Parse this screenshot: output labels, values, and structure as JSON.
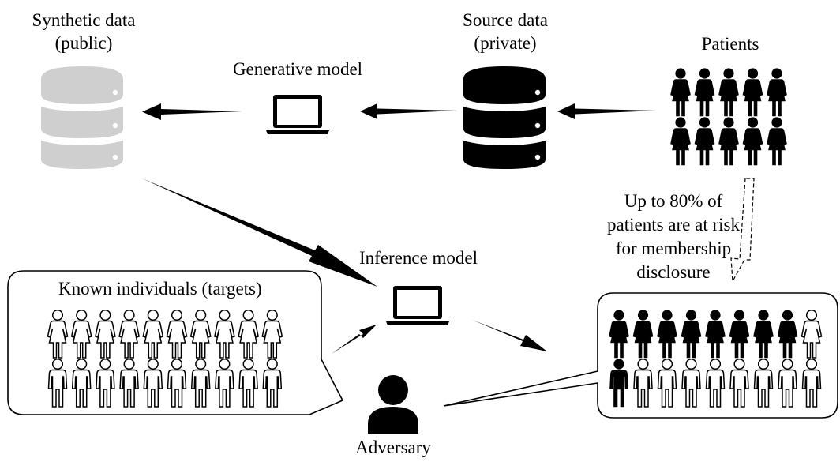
{
  "labels": {
    "synthetic_line1": "Synthetic data",
    "synthetic_line2": "(public)",
    "generative_model": "Generative model",
    "source_line1": "Source data",
    "source_line2": "(private)",
    "patients": "Patients",
    "risk_line1": "Up to 80% of",
    "risk_line2": "patients are at risk",
    "risk_line3": "for membership",
    "risk_line4": "disclosure",
    "inference_model": "Inference model",
    "known_individuals": "Known individuals (targets)",
    "adversary": "Adversary"
  },
  "colors": {
    "synthetic_db": "#cfcfcf",
    "source_db": "#000000",
    "ink": "#000000"
  },
  "icons": {
    "synthetic_db": "database-icon",
    "source_db": "database-icon",
    "generative_model": "laptop-icon",
    "inference_model": "laptop-icon",
    "adversary": "person-icon",
    "figures": "person-figure-icon"
  },
  "figures": {
    "patients_rows": 2,
    "patients_cols": 5,
    "known_rows": 2,
    "known_cols": 10,
    "result_row1_filled": 8,
    "result_row1_total": 9,
    "result_row2_filled": 1,
    "result_row2_total": 9
  }
}
